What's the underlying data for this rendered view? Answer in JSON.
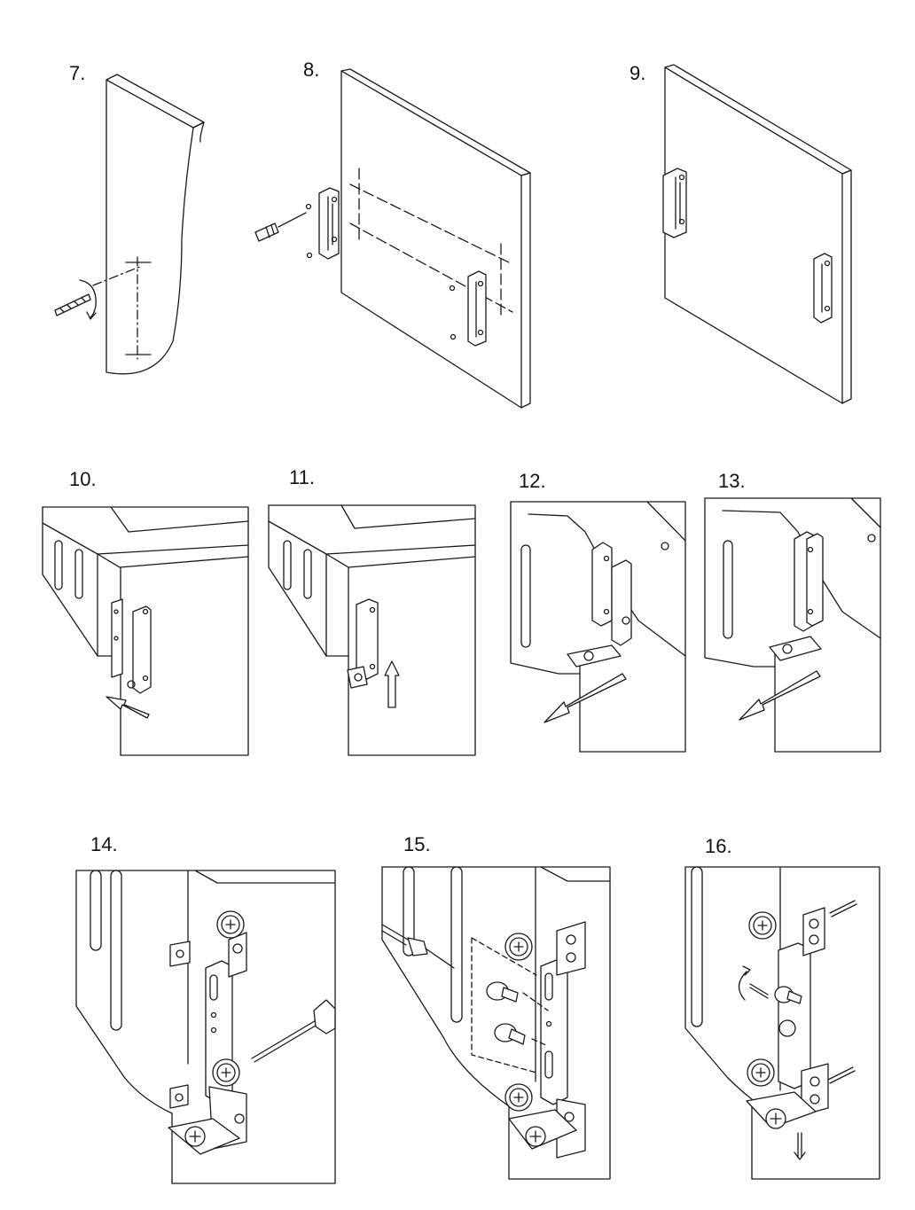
{
  "steps": [
    {
      "label": "7."
    },
    {
      "label": "8."
    },
    {
      "label": "9."
    },
    {
      "label": "10."
    },
    {
      "label": "11."
    },
    {
      "label": "12."
    },
    {
      "label": "13."
    },
    {
      "label": "14."
    },
    {
      "label": "15."
    },
    {
      "label": "16."
    }
  ],
  "icons": [
    "screwdriver-icon",
    "screw-icon",
    "hinge-bracket-icon",
    "direction-arrow-icon",
    "rotate-arrow-icon",
    "adjust-arrow-icon"
  ],
  "colors": {
    "line": "#1a1a1a",
    "background": "#ffffff"
  }
}
